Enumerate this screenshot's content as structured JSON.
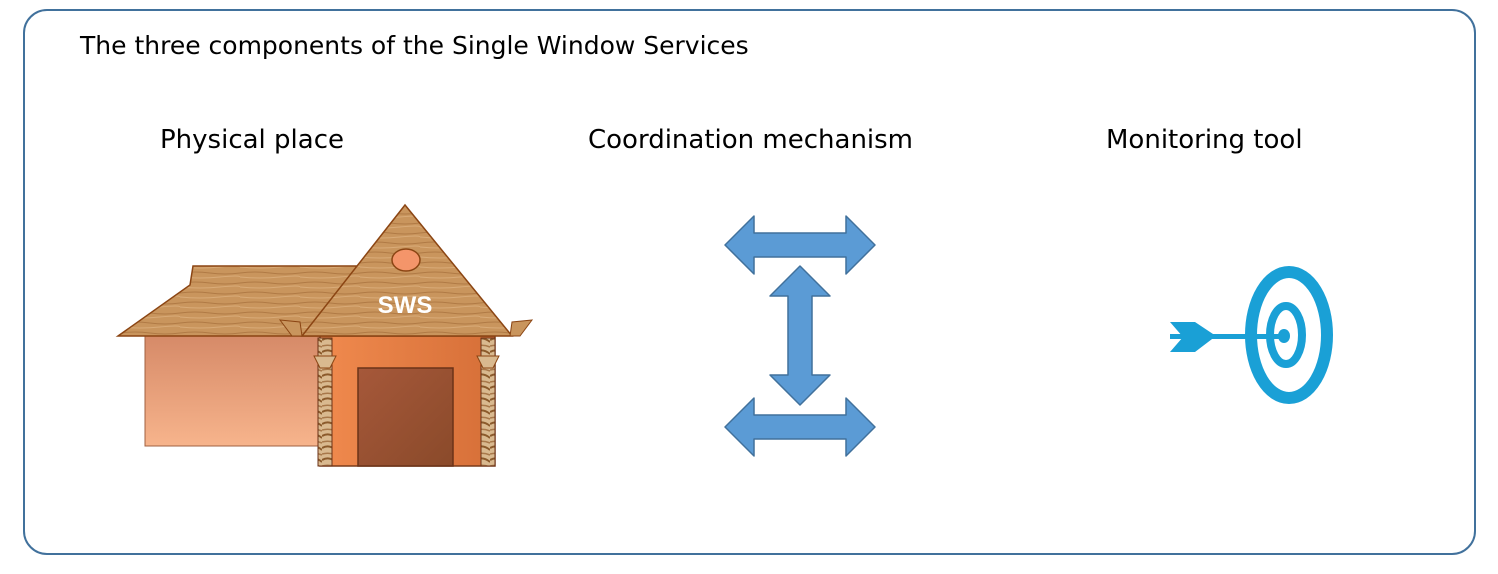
{
  "diagram": {
    "title": "The three components of the Single Window Services",
    "components": [
      {
        "label": "Physical place",
        "icon": "house-icon",
        "sign": "SWS"
      },
      {
        "label": "Coordination mechanism",
        "icon": "bidirectional-arrows-icon"
      },
      {
        "label": "Monitoring tool",
        "icon": "target-icon"
      }
    ],
    "colors": {
      "frame_border": "#41719c",
      "roof": "#c8935a",
      "roof_outline": "#8b4513",
      "wall_left": "#f0a070",
      "wall_front": "#e8854a",
      "door": "#a0522d",
      "oval": "#f4956a",
      "arrows": "#5b9bd5",
      "arrows_outline": "#41719c",
      "target": "#1aa0d6"
    }
  }
}
